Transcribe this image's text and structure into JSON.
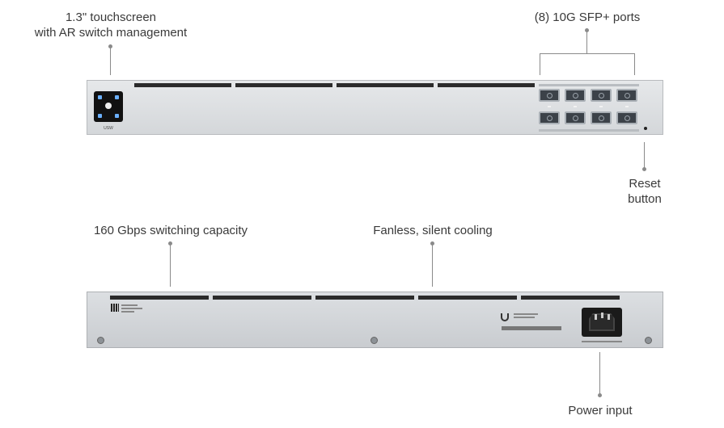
{
  "callouts": {
    "touchscreen": "1.3\" touchscreen\nwith AR switch management",
    "touchscreen_line1": "1.3\" touchscreen",
    "touchscreen_line2": "with AR switch management",
    "sfp_ports": "(8) 10G SFP+ ports",
    "reset_line1": "Reset",
    "reset_line2": "button",
    "switching": "160 Gbps switching capacity",
    "cooling": "Fanless, silent cooling",
    "power": "Power input"
  },
  "device": {
    "screen_caption": "USW"
  }
}
